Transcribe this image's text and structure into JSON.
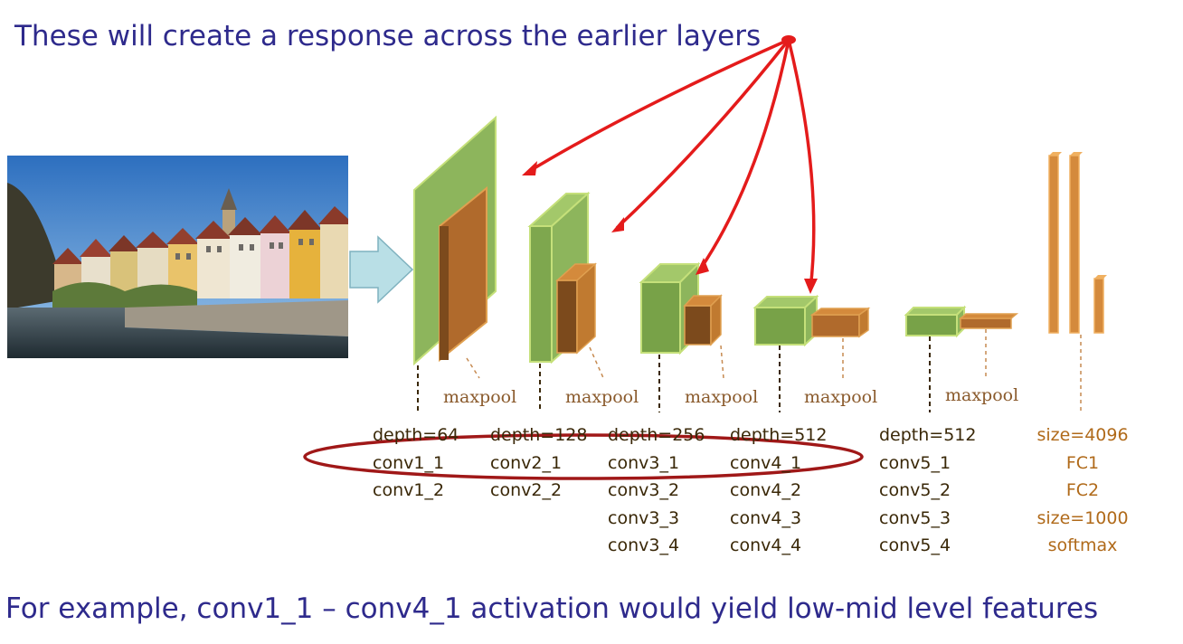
{
  "headline": "These will create a response across the earlier layers",
  "footer": "For example, conv1_1 – conv4_1 activation would yield low-mid level features",
  "input_image": {
    "name": "input-photo"
  },
  "blocks": [
    {
      "id": "block1",
      "depth_label": "depth=64",
      "layers": [
        "conv1_1",
        "conv1_2"
      ],
      "pool_label": "maxpool"
    },
    {
      "id": "block2",
      "depth_label": "depth=128",
      "layers": [
        "conv2_1",
        "conv2_2"
      ],
      "pool_label": "maxpool"
    },
    {
      "id": "block3",
      "depth_label": "depth=256",
      "layers": [
        "conv3_1",
        "conv3_2",
        "conv3_3",
        "conv3_4"
      ],
      "pool_label": "maxpool"
    },
    {
      "id": "block4",
      "depth_label": "depth=512",
      "layers": [
        "conv4_1",
        "conv4_2",
        "conv4_3",
        "conv4_4"
      ],
      "pool_label": "maxpool"
    },
    {
      "id": "block5",
      "depth_label": "depth=512",
      "layers": [
        "conv5_1",
        "conv5_2",
        "conv5_3",
        "conv5_4"
      ],
      "pool_label": "maxpool"
    }
  ],
  "fc": {
    "labels": [
      "size=4096",
      "FC1",
      "FC2",
      "size=1000",
      "softmax"
    ]
  },
  "colors": {
    "text_blue": "#2e2a8c",
    "conv_green": "#8db55c",
    "pool_orange": "#c77a34",
    "arrow_red": "#e41b1b",
    "ellipse_red": "#a01818",
    "input_arrow": "#b9dfe6"
  }
}
